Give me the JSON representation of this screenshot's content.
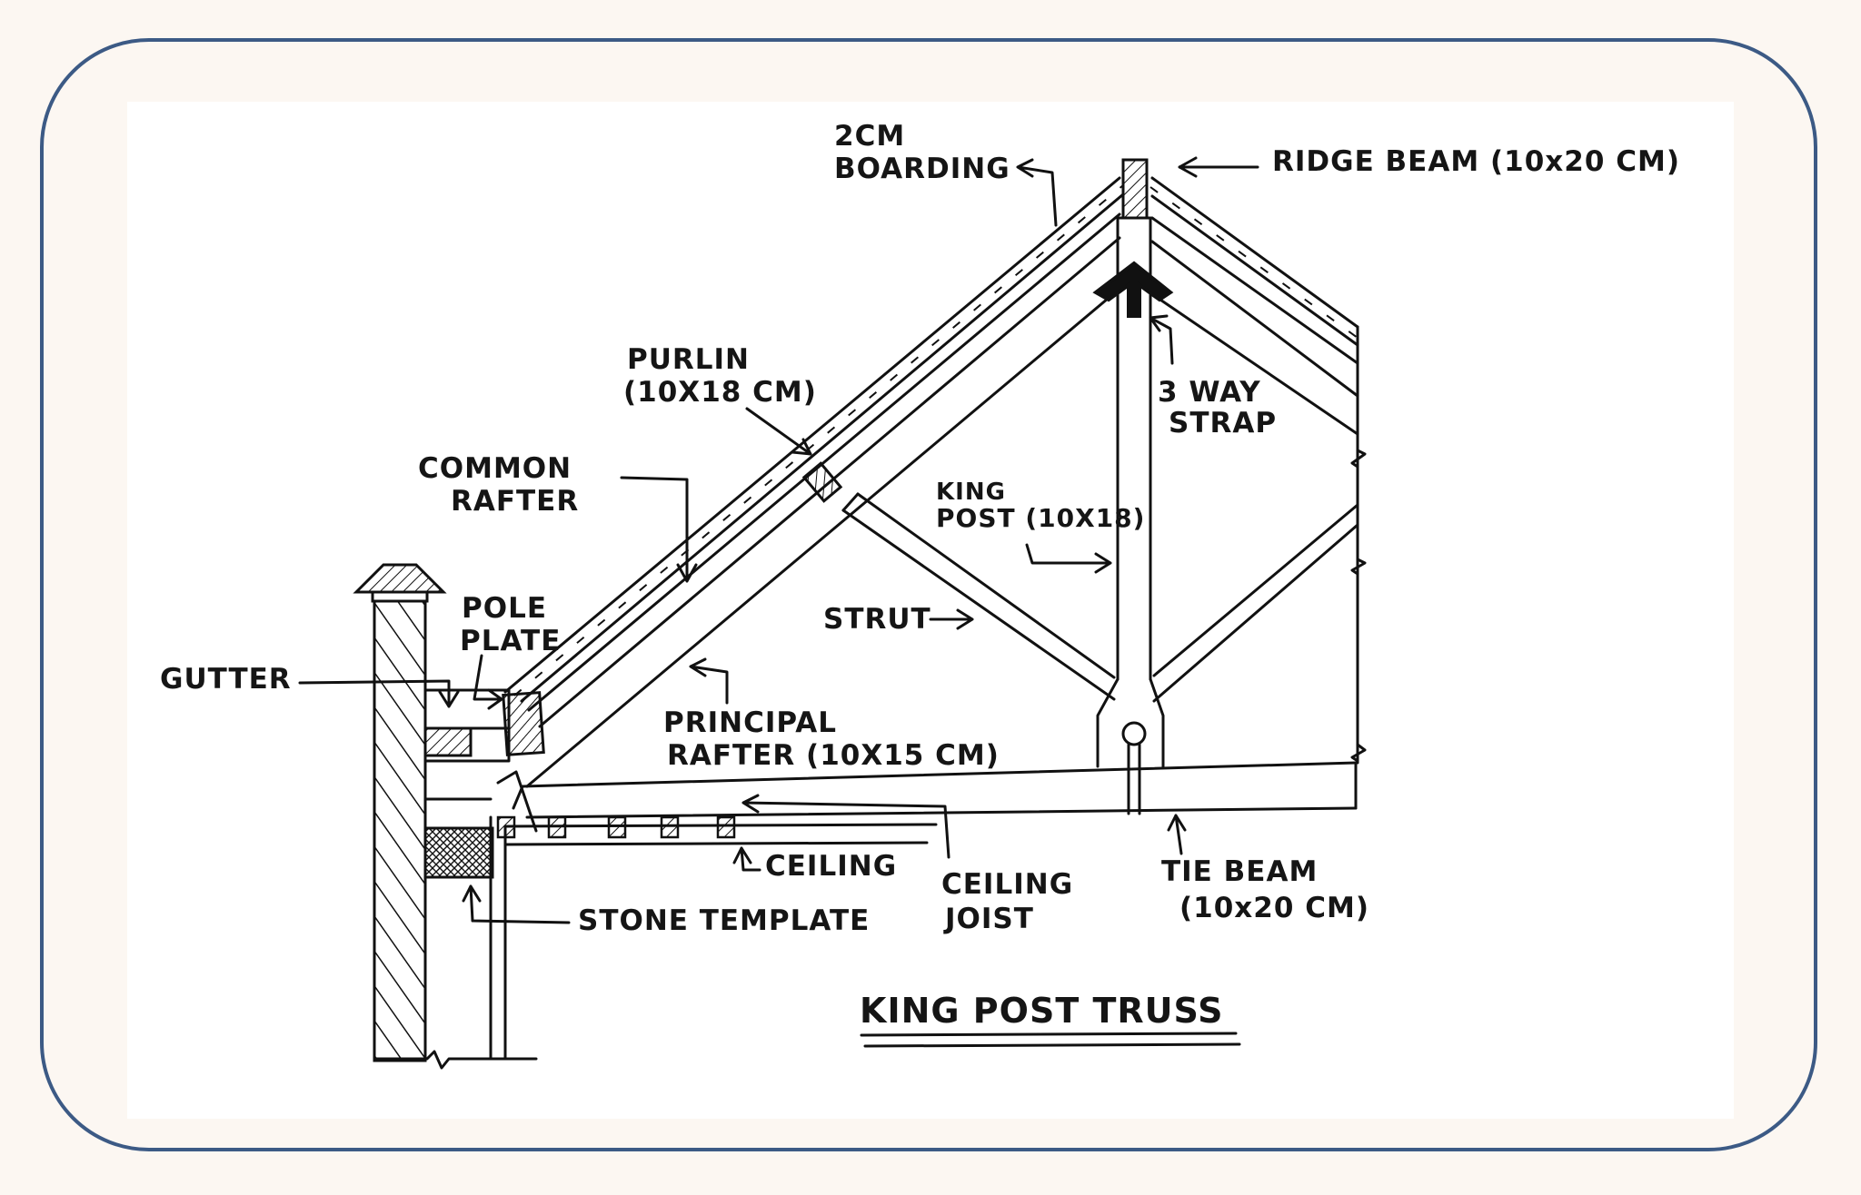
{
  "diagram": {
    "title": "KING POST TRUSS",
    "labels": {
      "boarding_1": "2CM",
      "boarding_2": "BOARDING",
      "ridge_beam": "RIDGE BEAM (10x20 CM)",
      "purlin_1": "PURLIN",
      "purlin_2": "(10X18 CM)",
      "common_rafter_1": "COMMON",
      "common_rafter_2": "RAFTER",
      "strap_1": "3 WAY",
      "strap_2": "STRAP",
      "king_post_1": "KING",
      "king_post_2": "POST (10X18)",
      "pole_plate_1": "POLE",
      "pole_plate_2": "PLATE",
      "gutter": "GUTTER",
      "strut": "STRUT",
      "principal_rafter_1": "PRINCIPAL",
      "principal_rafter_2": "RAFTER (10X15 CM)",
      "ceiling": "CEILING",
      "ceiling_joist_1": "CEILING",
      "ceiling_joist_2": "JOIST",
      "stone_template": "STONE TEMPLATE",
      "tie_beam_1": "TIE BEAM",
      "tie_beam_2": "(10x20 CM)"
    }
  },
  "colors": {
    "frame_border": "#3c5a85",
    "background": "#fcf7f2",
    "paper": "#ffffff",
    "ink": "#111111"
  }
}
